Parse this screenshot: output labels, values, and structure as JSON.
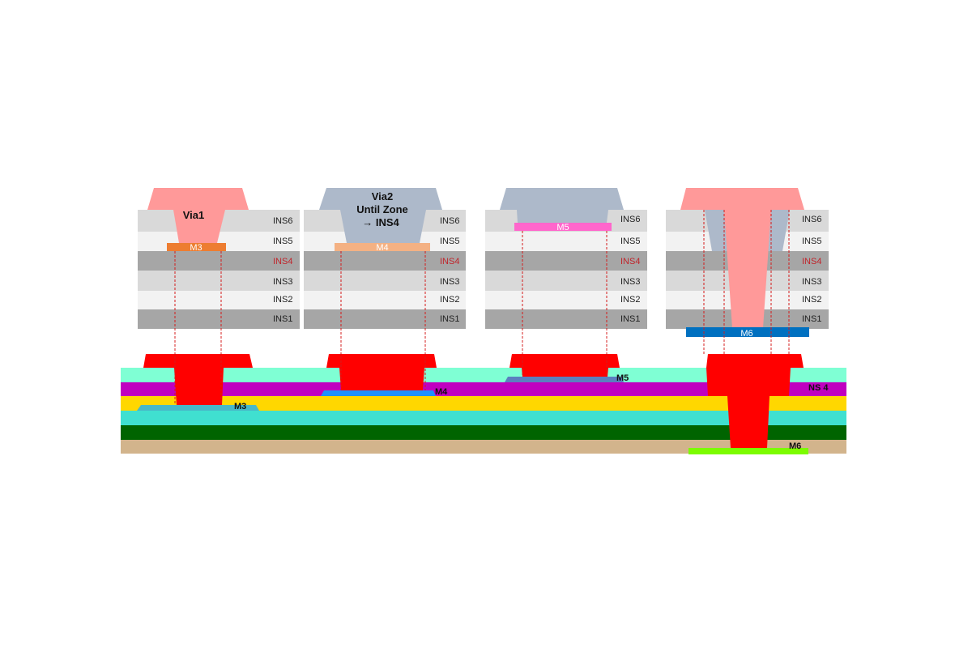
{
  "colors": {
    "ins_light": "#f2f2f2",
    "ins_mid": "#d9d9d9",
    "ins_dark": "#a6a6a6",
    "via_pink": "#ff9999",
    "via_blue": "#adb9ca",
    "via_red": "#ff0000",
    "dash_red": "#d41c1c",
    "highlight_label": "#c0242b",
    "m3_top": "#ed7d31",
    "m4_top": "#f4b183",
    "m5_top": "#ff66cc",
    "m6_top": "#0070c0",
    "stack_aqua": "#7fffd4",
    "stack_magenta": "#c000c0",
    "stack_gold": "#ffd700",
    "stack_turquoise": "#40e0d0",
    "stack_green": "#006400",
    "stack_tan": "#d2b48c",
    "stack_m3": "#48b8c8",
    "stack_m4": "#1e90ff",
    "stack_m5": "#5b7fbf",
    "stack_m6": "#7cfc00"
  },
  "panels": [
    {
      "layers": [
        "INS6",
        "INS5",
        "INS4",
        "INS3",
        "INS2",
        "INS1"
      ],
      "highlight": "INS4",
      "title_lines": [
        "Via1"
      ],
      "metal": "M3"
    },
    {
      "layers": [
        "INS6",
        "INS5",
        "INS4",
        "INS3",
        "INS2",
        "INS1"
      ],
      "highlight": "INS4",
      "title_lines": [
        "Via2",
        "Until Zone",
        "→ INS4"
      ],
      "metal": "M4"
    },
    {
      "layers": [
        "INS6",
        "INS5",
        "INS4",
        "INS3",
        "INS2",
        "INS1"
      ],
      "highlight": "INS4",
      "title_lines": [],
      "metal": "M5"
    },
    {
      "layers": [
        "INS6",
        "INS5",
        "INS4",
        "INS3",
        "INS2",
        "INS1"
      ],
      "highlight": "INS4",
      "title_lines": [],
      "metal": "M6"
    }
  ],
  "stack": {
    "metal_labels": [
      "M3",
      "M4",
      "M5",
      "M6"
    ],
    "layer_label": "NS 4"
  }
}
